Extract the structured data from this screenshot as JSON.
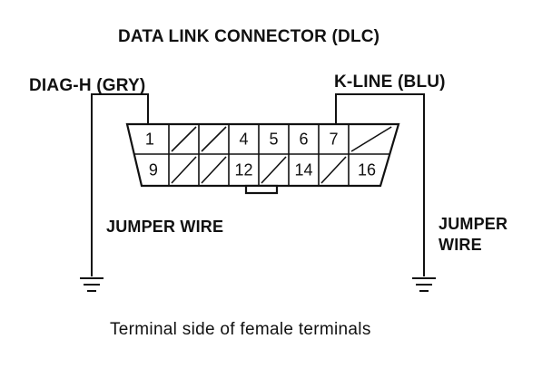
{
  "title": "DATA LINK CONNECTOR (DLC)",
  "left_terminal_label": "DIAG-H (GRY)",
  "right_terminal_label": "K-LINE (BLU)",
  "left_jumper_label": "JUMPER WIRE",
  "right_jumper_label_line1": "JUMPER",
  "right_jumper_label_line2": "WIRE",
  "caption": "Terminal side of female terminals",
  "connector": {
    "top_row": [
      "1",
      "/",
      "/",
      "4",
      "5",
      "6",
      "7",
      "/"
    ],
    "bottom_row": [
      "9",
      "/",
      "/",
      "12",
      "/",
      "14",
      "/",
      "16"
    ]
  },
  "wired_pins": [
    "1",
    "7"
  ],
  "grounded": true
}
